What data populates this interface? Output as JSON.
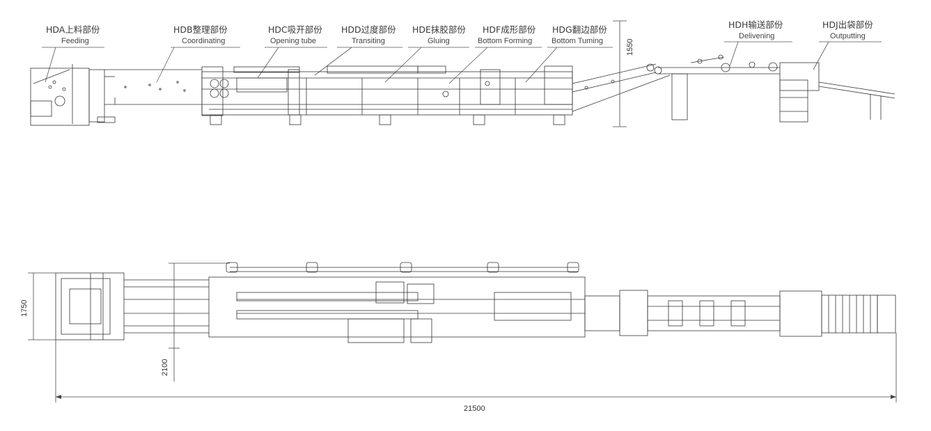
{
  "sections": [
    {
      "code": "HDA",
      "cn": "HDA上料部份",
      "en": "Feeding"
    },
    {
      "code": "HDB",
      "cn": "HDB整理部份",
      "en": "Coordinating"
    },
    {
      "code": "HDC",
      "cn": "HDC吸开部份",
      "en": "Opening  tube"
    },
    {
      "code": "HDD",
      "cn": "HDD过度部份",
      "en": "Transiting"
    },
    {
      "code": "HDE",
      "cn": "HDE抹胶部份",
      "en": "Gluing"
    },
    {
      "code": "HDF",
      "cn": "HDF成形部份",
      "en": "Bottom  Forming"
    },
    {
      "code": "HDG",
      "cn": "HDG翻边部份",
      "en": "Bottom  Tuming"
    },
    {
      "code": "HDH",
      "cn": "HDH输送部份",
      "en": "Delivening"
    },
    {
      "code": "HDJ",
      "cn": "HDJ出袋部份",
      "en": "Outputting"
    }
  ],
  "dimensions": {
    "side_height": "1550",
    "plan_width_left": "1750",
    "plan_width_right": "2100",
    "total_length": "21500"
  },
  "colors": {
    "line": "#333333",
    "light_line": "#777777",
    "text": "#3a3a3a"
  }
}
